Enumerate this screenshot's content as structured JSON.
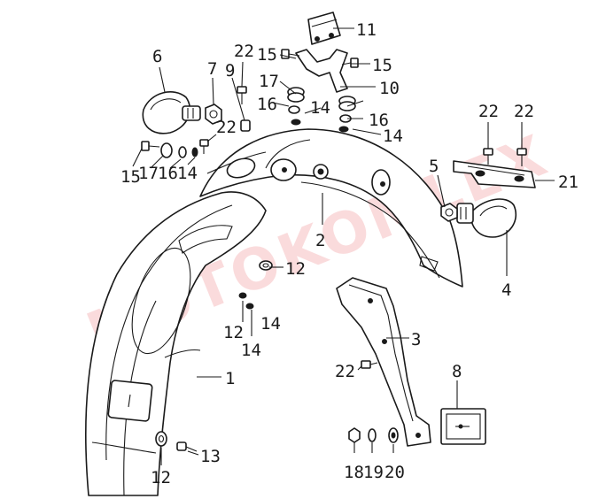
{
  "watermark": {
    "text": "motokomlex",
    "color": "#e21f26"
  },
  "callouts": {
    "c1": "1",
    "c2": "2",
    "c3": "3",
    "c4": "4",
    "c5": "5",
    "c6": "6",
    "c7": "7",
    "c8": "8",
    "c9": "9",
    "c10": "10",
    "c11": "11",
    "c12a": "12",
    "c12b": "12",
    "c12c": "12",
    "c13": "13",
    "c14a": "14",
    "c14b": "14",
    "c14c": "14",
    "c14d": "14",
    "c14e": "14",
    "c15a": "15",
    "c15b": "15",
    "c15c": "15",
    "c16a": "16",
    "c16b": "16",
    "c16c": "16",
    "c17a": "17",
    "c17b": "17",
    "c18": "18",
    "c19": "19",
    "c20": "20",
    "c21": "21",
    "c22a": "22",
    "c22b": "22",
    "c22c": "22",
    "c22d": "22",
    "c22e": "22"
  },
  "parts": {
    "p1": "rear fender",
    "p2": "front fender",
    "p3": "license plate bracket",
    "p4": "rear turn signal right",
    "p6": "rear turn signal left",
    "p8": "reflector",
    "p10": "fender mount bracket",
    "p11": "tail light",
    "p21": "turn signal bracket"
  }
}
